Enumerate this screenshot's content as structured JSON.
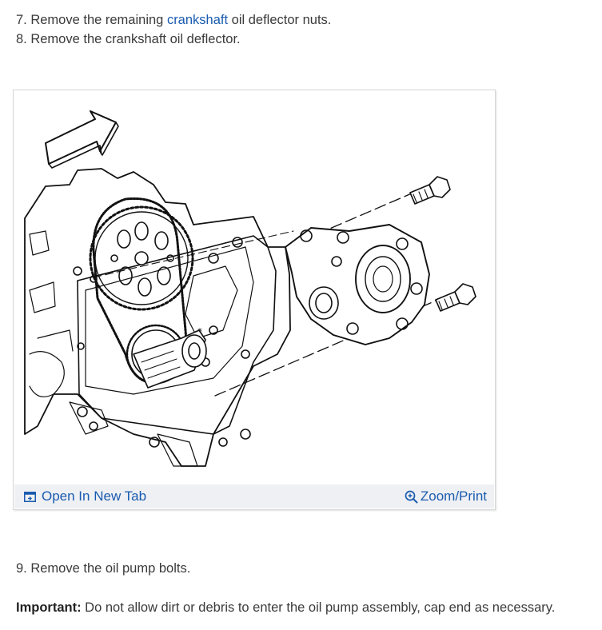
{
  "steps": {
    "s7_pre": "7. Remove the remaining ",
    "s7_link": "crankshaft",
    "s7_post": " oil deflector nuts.",
    "s8": "8. Remove the crankshaft oil deflector.",
    "s9": "9. Remove the oil pump bolts."
  },
  "important": {
    "label": "Important:",
    "text": " Do not allow dirt or debris to enter the oil pump assembly, cap end as necessary."
  },
  "figure": {
    "open_tab_label": "Open In New Tab",
    "zoom_label": "Zoom/Print",
    "open_tab_icon": "open-in-new-tab-icon",
    "zoom_icon": "zoom-in-icon",
    "link_color": "#1a5bb0",
    "bar_color": "#eef0f3"
  }
}
